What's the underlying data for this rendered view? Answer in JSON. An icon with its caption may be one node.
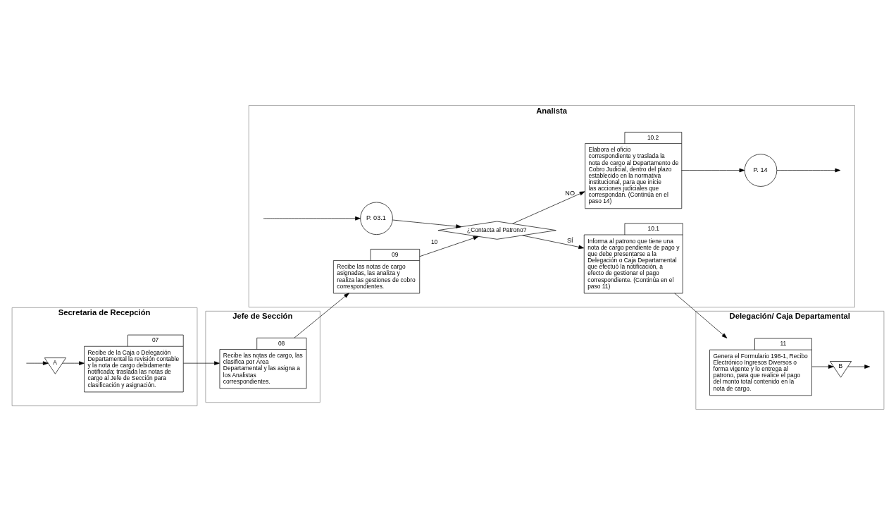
{
  "diagram": {
    "nodes": [
      {
        "text": [
          "Secretaria de Recepción"
        ]
      },
      {
        "text": [
          "Jefe de Sección"
        ]
      },
      {
        "text": [
          "Analista"
        ]
      },
      {
        "text": [
          "Delegación/ Caja Departamental"
        ]
      },
      {
        "text": [
          "A"
        ],
        "in": 0
      },
      {
        "text": [
          "Recibe de la Caja o Delegación Departamental la revisión contable y la nota de cargo debidamente notificada; traslada las notas de cargo al Jefe de Sección para clasificación y asignación."
        ],
        "in": 0,
        "beside": [
          "07"
        ]
      },
      {
        "text": [
          "Recibe las notas de cargo, las clasifica por Área Departamental y las asigna a los Analistas correspondientes."
        ],
        "in": 1,
        "beside": [
          "08"
        ]
      },
      {
        "text": [
          "Recibe las notas de cargo asignadas, las analiza y realiza las gestiones de cobro correspondientes."
        ],
        "in": 2,
        "beside": [
          "09"
        ]
      },
      {
        "text": [
          "P. 03.1"
        ],
        "in": 2
      },
      {
        "text": [
          "¿Contacta al Patrono?"
        ],
        "in": 2,
        "beside": [
          "10"
        ]
      },
      {
        "text": [
          "Informa al patrono que tiene una nota de cargo pendiente de pago y que debe presentarse a la Delegación o Caja Departamental que efectuó la notificación, a efecto de gestionar el pago correspondiente. (Continúa en el paso 11)"
        ],
        "in": 2,
        "beside": [
          "10.1"
        ]
      },
      {
        "text": [
          "Elabora el oficio correspondiente y traslada la nota de cargo al Departamento de Cobro Judicial, dentro del plazo establecido en la normativa institucional, para que inicie las acciones judiciales que correspondan. (Continúa en el paso 14)"
        ],
        "in": 2,
        "beside": [
          "10.2"
        ]
      },
      {
        "text": [
          "P. 14"
        ],
        "in": 2
      },
      {
        "text": [
          "Genera el Formulario 198-1, Recibo Electrónico Ingresos Diversos o forma vigente y lo entrega al patrono, para que realice el pago del monto total contenido en la nota de cargo."
        ],
        "in": 3,
        "beside": [
          "11"
        ]
      },
      {
        "text": [
          "B"
        ],
        "in": 3
      }
    ],
    "edges": [
      {
        "from": null,
        "to": 4,
        "arrow": "to"
      },
      {
        "from": 4,
        "to": 5,
        "arrow": "to"
      },
      {
        "from": 5,
        "to": 6,
        "arrow": "to"
      },
      {
        "from": 6,
        "to": 7,
        "arrow": "to"
      },
      {
        "from": 7,
        "to": 9,
        "arrow": "to"
      },
      {
        "from": null,
        "to": 8,
        "arrow": "to"
      },
      {
        "from": 8,
        "to": 9,
        "arrow": "to"
      },
      {
        "from": 9,
        "to": 10,
        "label": "SÍ",
        "arrow": "to"
      },
      {
        "from": 9,
        "to": 11,
        "label": "NO",
        "arrow": "to"
      },
      {
        "from": 10,
        "to": 13,
        "arrow": "to"
      },
      {
        "from": 11,
        "to": 12,
        "arrow": "to"
      },
      {
        "from": 12,
        "to": null,
        "arrow": "to"
      },
      {
        "from": 13,
        "to": 14,
        "arrow": "to"
      },
      {
        "from": 14,
        "to": null,
        "arrow": "to"
      }
    ]
  }
}
